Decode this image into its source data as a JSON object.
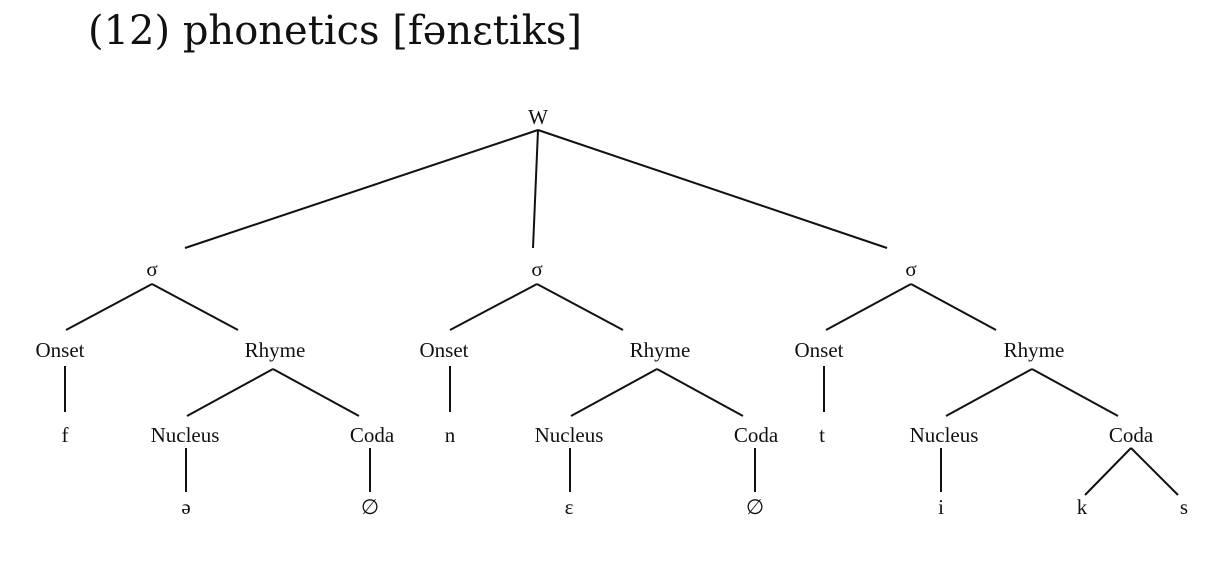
{
  "title": {
    "number": "(12)",
    "word": "phonetics",
    "transcription": "[fənεtiks]"
  },
  "tree": {
    "root": "W",
    "syllable": "σ",
    "onset": "Onset",
    "rhyme": "Rhyme",
    "nucleus": "Nucleus",
    "coda": "Coda",
    "syllables": [
      {
        "onset_segment": "f",
        "nucleus_segment": "ə",
        "coda_segments": [
          "∅"
        ]
      },
      {
        "onset_segment": "n",
        "nucleus_segment": "ε",
        "coda_segments": [
          "∅"
        ]
      },
      {
        "onset_segment": "t",
        "nucleus_segment": "i",
        "coda_segments": [
          "k",
          "s"
        ]
      }
    ]
  }
}
